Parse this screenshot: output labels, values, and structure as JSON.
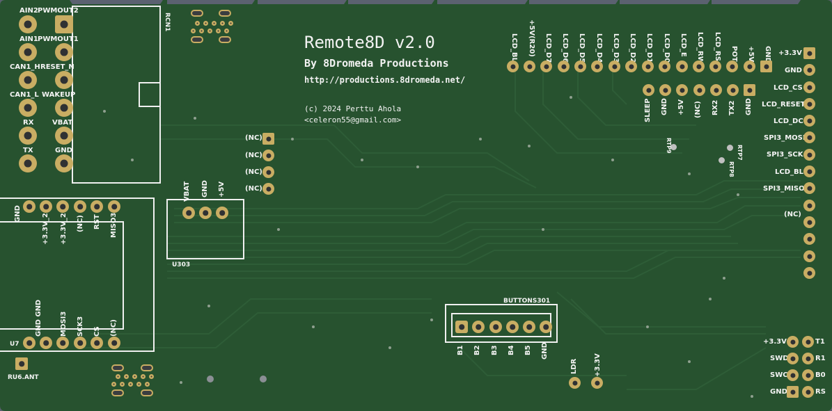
{
  "board": {
    "title": "Remote8D v2.0",
    "subtitle": "By 8Dromeda Productions",
    "url": "http://productions.8dromeda.net/",
    "copyright": "(c) 2024 Perttu Ahola",
    "email": "<celeron55@gmail.com>"
  },
  "rcn1": {
    "ref": "RCN1",
    "left_labels": [
      "AIN2",
      "AIN1",
      "CAN1_H",
      "CAN1_L",
      "RX",
      "TX"
    ],
    "right_labels": [
      "PWMOUT2",
      "PWMOUT1",
      "RESET_N",
      "WAKEUP",
      "VBAT",
      "GND"
    ]
  },
  "nc_column": {
    "labels": [
      "(NC)",
      "(NC)",
      "(NC)",
      "(NC)"
    ]
  },
  "u303": {
    "ref": "U303",
    "labels": [
      "VBAT",
      "GND",
      "+5V"
    ]
  },
  "u7": {
    "ref": "U7",
    "top_labels": [
      "GND",
      "+3.3V_2",
      "+3.3V_2",
      "(NC)",
      "RST",
      "MISO3"
    ],
    "bottom_labels": [
      "GND GND",
      "MOSI3",
      "SCK3",
      "CS",
      "(NC)"
    ]
  },
  "ru6": {
    "ref": "RU6.ANT"
  },
  "lcd_header": {
    "labels": [
      "LCD_BL",
      "+5V(R20)",
      "LCD_D7",
      "LCD_D6",
      "LCD_D5",
      "LCD_D4",
      "LCD_D3",
      "LCD_D2",
      "LCD_D1",
      "LCD_D0",
      "LCD_E",
      "LCD_RW",
      "LCD_RS",
      "POT",
      "+5V",
      "GND"
    ]
  },
  "bt_header": {
    "labels": [
      "SLEEP",
      "GND",
      "+5V",
      "(NC)",
      "RX2",
      "TX2",
      "GND"
    ]
  },
  "right_header": {
    "labels": [
      "+3.3V",
      "GND",
      "LCD_CS",
      "LCD_RESET",
      "LCD_DC",
      "SPI3_MOSI",
      "SPI3_SCK",
      "LCD_BL",
      "SPI3_MISO",
      "(NC)"
    ]
  },
  "test_points": [
    "RTP9",
    "RTP7",
    "RTP8"
  ],
  "buttons": {
    "ref": "BUTTONS301",
    "labels": [
      "B1",
      "B2",
      "B3",
      "B4",
      "B5",
      "GND"
    ]
  },
  "ldr": {
    "labels": [
      "LDR",
      "+3.3V"
    ]
  },
  "debug": {
    "left_labels": [
      "+3.3V",
      "SWD",
      "SWC",
      "GND"
    ],
    "right_labels": [
      "T1",
      "R1",
      "B0",
      "RS"
    ]
  },
  "colors": {
    "board": "#27522f",
    "copper": "#c9ad63",
    "silk": "#f4f4f4",
    "trace": "#2f5a36",
    "edge": "#5b6170"
  }
}
